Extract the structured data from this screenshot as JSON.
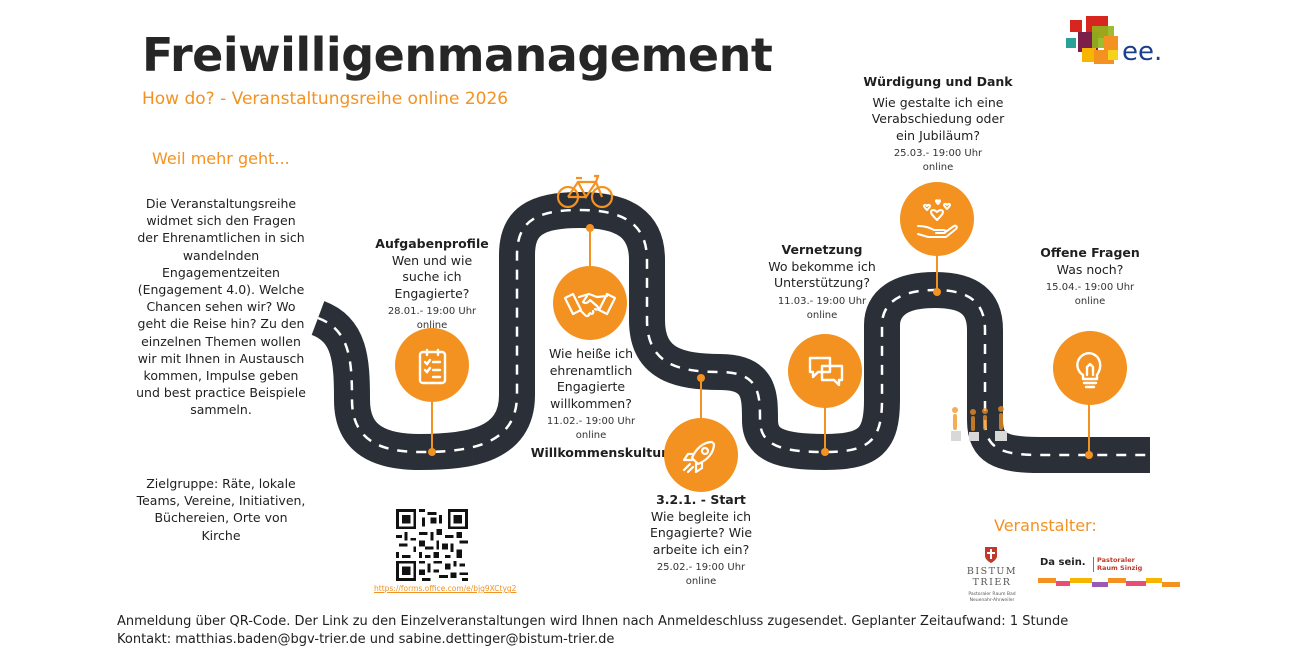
{
  "header": {
    "title": "Freiwilligenmanagement",
    "subtitle": "How do? - Veranstaltungsreihe online 2026"
  },
  "intro": {
    "heading": "Weil mehr geht...",
    "text": "Die Veranstaltungsreihe widmet sich den Fragen der Ehrenamtlichen in sich wandelnden Engagementzeiten (Engagement 4.0). Welche Chancen sehen wir? Wo geht die Reise hin? Zu den einzelnen Themen wollen wir mit Ihnen in Austausch kommen, Impulse geben und best practice Beispiele sammeln.",
    "target_group": "Zielgruppe: Räte, lokale Teams, Vereine, Initiativen, Büchereien, Orte von Kirche"
  },
  "events": [
    {
      "title": "Aufgabenprofile",
      "question": "Wen und wie suche ich Engagierte?",
      "date": "28.01.- 19:00 Uhr",
      "mode": "online",
      "icon": "clipboard-checklist-icon"
    },
    {
      "title": "Willkommenskultur",
      "question": "Wie heiße ich ehrenamtlich Engagierte willkommen?",
      "date": "11.02.- 19:00 Uhr",
      "mode": "online",
      "icon": "handshake-icon"
    },
    {
      "title": "3.2.1. - Start",
      "question": "Wie begleite ich Engagierte? Wie arbeite ich ein?",
      "date": "25.02.- 19:00 Uhr",
      "mode": "online",
      "icon": "rocket-icon"
    },
    {
      "title": "Vernetzung",
      "question": "Wo bekomme ich Unterstützung?",
      "date": "11.03.- 19:00 Uhr",
      "mode": "online",
      "icon": "chat-bubbles-icon"
    },
    {
      "title": "Würdigung und Dank",
      "question": "Wie gestalte ich eine Verabschiedung oder ein Jubiläum?",
      "date": "25.03.- 19:00 Uhr",
      "mode": "online",
      "icon": "heart-hand-icon"
    },
    {
      "title": "Offene Fragen",
      "question": "Was noch?",
      "date": "15.04.- 19:00 Uhr",
      "mode": "online",
      "icon": "lightbulb-icon"
    }
  ],
  "qr": {
    "link": "https://forms.office.com/e/bjg9XCtyg2"
  },
  "organizers": {
    "heading": "Veranstalter:",
    "bistum_name": "BISTUM TRIER",
    "bistum_sub": "Pastoraler Raum Bad Neuenahr-Ahrweiler",
    "dasein": "Da sein.",
    "dasein_sub": "Pastoraler Raum Sinzig"
  },
  "logo": {
    "text": "ee."
  },
  "footer": {
    "registration": "Anmeldung über QR-Code. Der Link zu den Einzelveranstaltungen wird Ihnen nach Anmeldeschluss zugesendet.  Geplanter Zeitaufwand: 1 Stunde",
    "contact": "Kontakt: matthias.baden@bgv-trier.de und sabine.dettinger@bistum-trier.de"
  },
  "colors": {
    "accent": "#f39221",
    "road": "#2b2f38",
    "text": "#1f1f1f"
  }
}
